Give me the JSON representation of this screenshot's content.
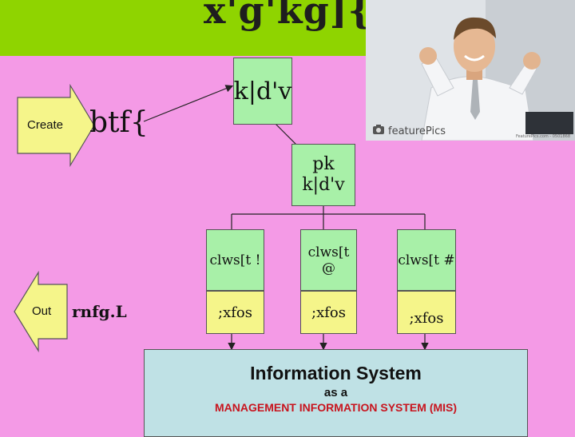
{
  "header": {
    "title": "x'g'kg]{"
  },
  "photo": {
    "alt": "businessman-celebrating-photo",
    "logo_text": "featurePics",
    "credit": "FeaturePics.com - 0501868"
  },
  "left": {
    "create_label": "Create",
    "create_text": "btf{",
    "out_label": "Out",
    "out_text": "rnfg.L"
  },
  "flow": {
    "top_box": "k|d'v",
    "mid_box_line1": "pk",
    "mid_box_line2": "k|d'v",
    "columns": [
      {
        "head": "clws[t !",
        "body": ";xfos"
      },
      {
        "head": "clws[t @",
        "body": ";xfos"
      },
      {
        "head": "clws[t #",
        "body": ";xfos"
      }
    ]
  },
  "system": {
    "title": "Information System",
    "subtitle": "as a",
    "mis": "MANAGEMENT INFORMATION SYSTEM (MIS)"
  },
  "colors": {
    "background": "#f49ae6",
    "title_bar": "#8fd400",
    "green_box": "#a8f0a8",
    "yellow_box": "#f5f58a",
    "system_box": "#bfe1e5",
    "mis_text": "#c8141e"
  }
}
